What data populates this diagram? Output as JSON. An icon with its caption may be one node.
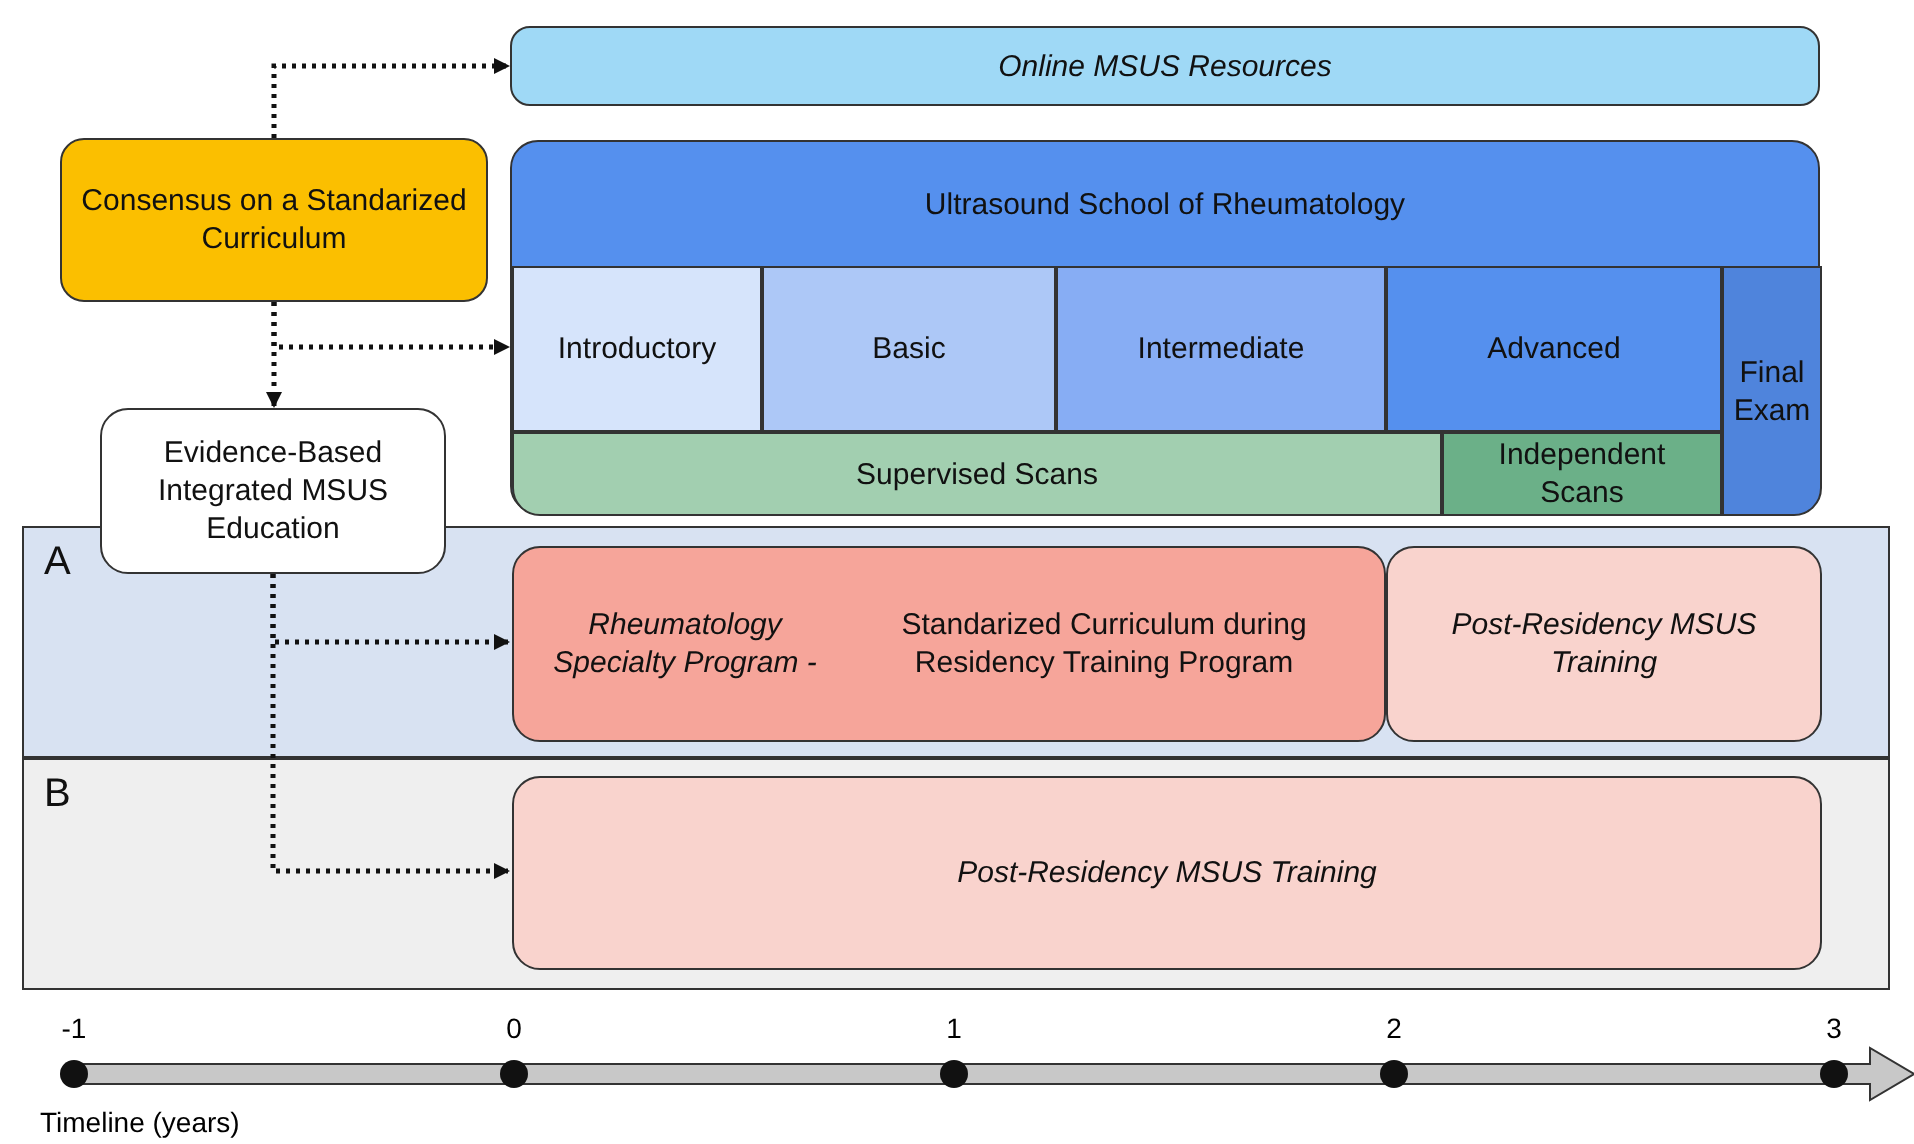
{
  "diagram": {
    "nodes": [
      {
        "text": [
          "Online MSUS Resources"
        ]
      },
      {
        "text": [
          "Consensus on a Standarized Curriculum"
        ]
      },
      {
        "text": [
          "Ultrasound School of Rheumatology"
        ]
      },
      {
        "text": [
          "Introductory"
        ],
        "in": 2
      },
      {
        "text": [
          "Basic"
        ],
        "in": 2
      },
      {
        "text": [
          "Intermediate"
        ],
        "in": 2
      },
      {
        "text": [
          "Advanced"
        ],
        "in": 2
      },
      {
        "text": [
          "Final Exam"
        ],
        "in": 2
      },
      {
        "text": [
          "Supervised Scans"
        ],
        "in": 2
      },
      {
        "text": [
          "Independent Scans"
        ],
        "in": 2
      },
      {
        "text": [
          "Evidence-Based Integrated MSUS Education"
        ]
      },
      {
        "text": [
          "A"
        ]
      },
      {
        "text": [
          "*Rheumatology Specialty Program -* Standarized Curriculum during Residency Training Program"
        ],
        "in": 11
      },
      {
        "text": [
          "Post-Residency MSUS Training"
        ],
        "in": 11
      },
      {
        "text": [
          "B"
        ]
      },
      {
        "text": [
          "Post-Residency MSUS Training"
        ],
        "in": 14
      }
    ],
    "edges": [
      {
        "from": 1,
        "to": 0,
        "arrow": "to"
      },
      {
        "from": 1,
        "to": 3,
        "arrow": "to"
      },
      {
        "from": 1,
        "to": 10,
        "arrow": "to"
      },
      {
        "from": 10,
        "to": 12,
        "arrow": "to"
      },
      {
        "from": 10,
        "to": 15,
        "arrow": "to"
      }
    ],
    "labels": [
      "-1",
      "0",
      "1",
      "2",
      "3",
      "Timeline (years)"
    ]
  }
}
